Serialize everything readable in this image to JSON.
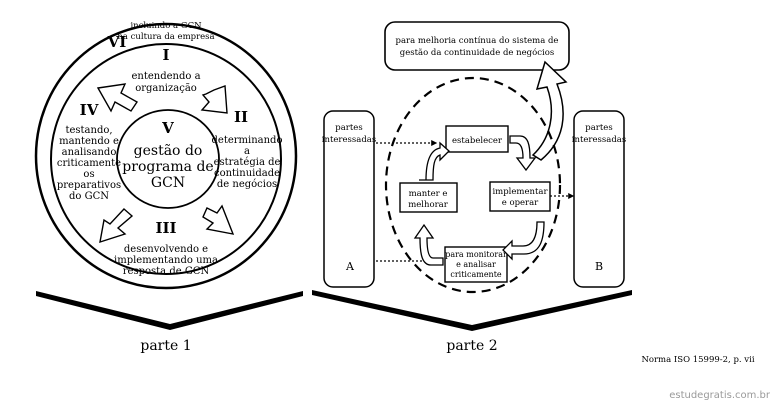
{
  "part1": {
    "caption": "parte 1",
    "center_lines": [
      "gestão do",
      "programa de",
      "GCN"
    ],
    "numerals": {
      "I": "I",
      "II": "II",
      "III": "III",
      "IV": "IV",
      "V": "V",
      "VI": "VI"
    },
    "vi_lines": [
      "incluindo a GCN",
      "na cultura da empresa"
    ],
    "i_lines": [
      "entendendo a",
      "organização"
    ],
    "ii_lines": [
      "determinando",
      "a",
      "estratégia de",
      "continuidade",
      "de negócios"
    ],
    "iii_lines": [
      "desenvolvendo e",
      "implementando uma",
      "resposta de GCN"
    ],
    "iv_lines": [
      "testando,",
      "mantendo e",
      "analisando",
      "criticamente",
      "os",
      "preparativos",
      "do GCN"
    ]
  },
  "part2": {
    "caption": "parte 2",
    "callout_lines": [
      "para melhoria contínua do sistema de",
      "gestão da continuidade de negócios"
    ],
    "left_party_lines": [
      "partes",
      "interessadas"
    ],
    "left_party_letter": "A",
    "right_party_lines": [
      "partes",
      "interessadas"
    ],
    "right_party_letter": "B",
    "estabelecer": [
      "estabelecer"
    ],
    "implementar": [
      "implementar",
      "e operar"
    ],
    "monitorar": [
      "para monitorar",
      "e analisar",
      "criticamente"
    ],
    "manter": [
      "manter e",
      "melhorar"
    ]
  },
  "source_note": "Norma ISO 15999-2, p. vii",
  "watermark": "estudegratis.com.br"
}
